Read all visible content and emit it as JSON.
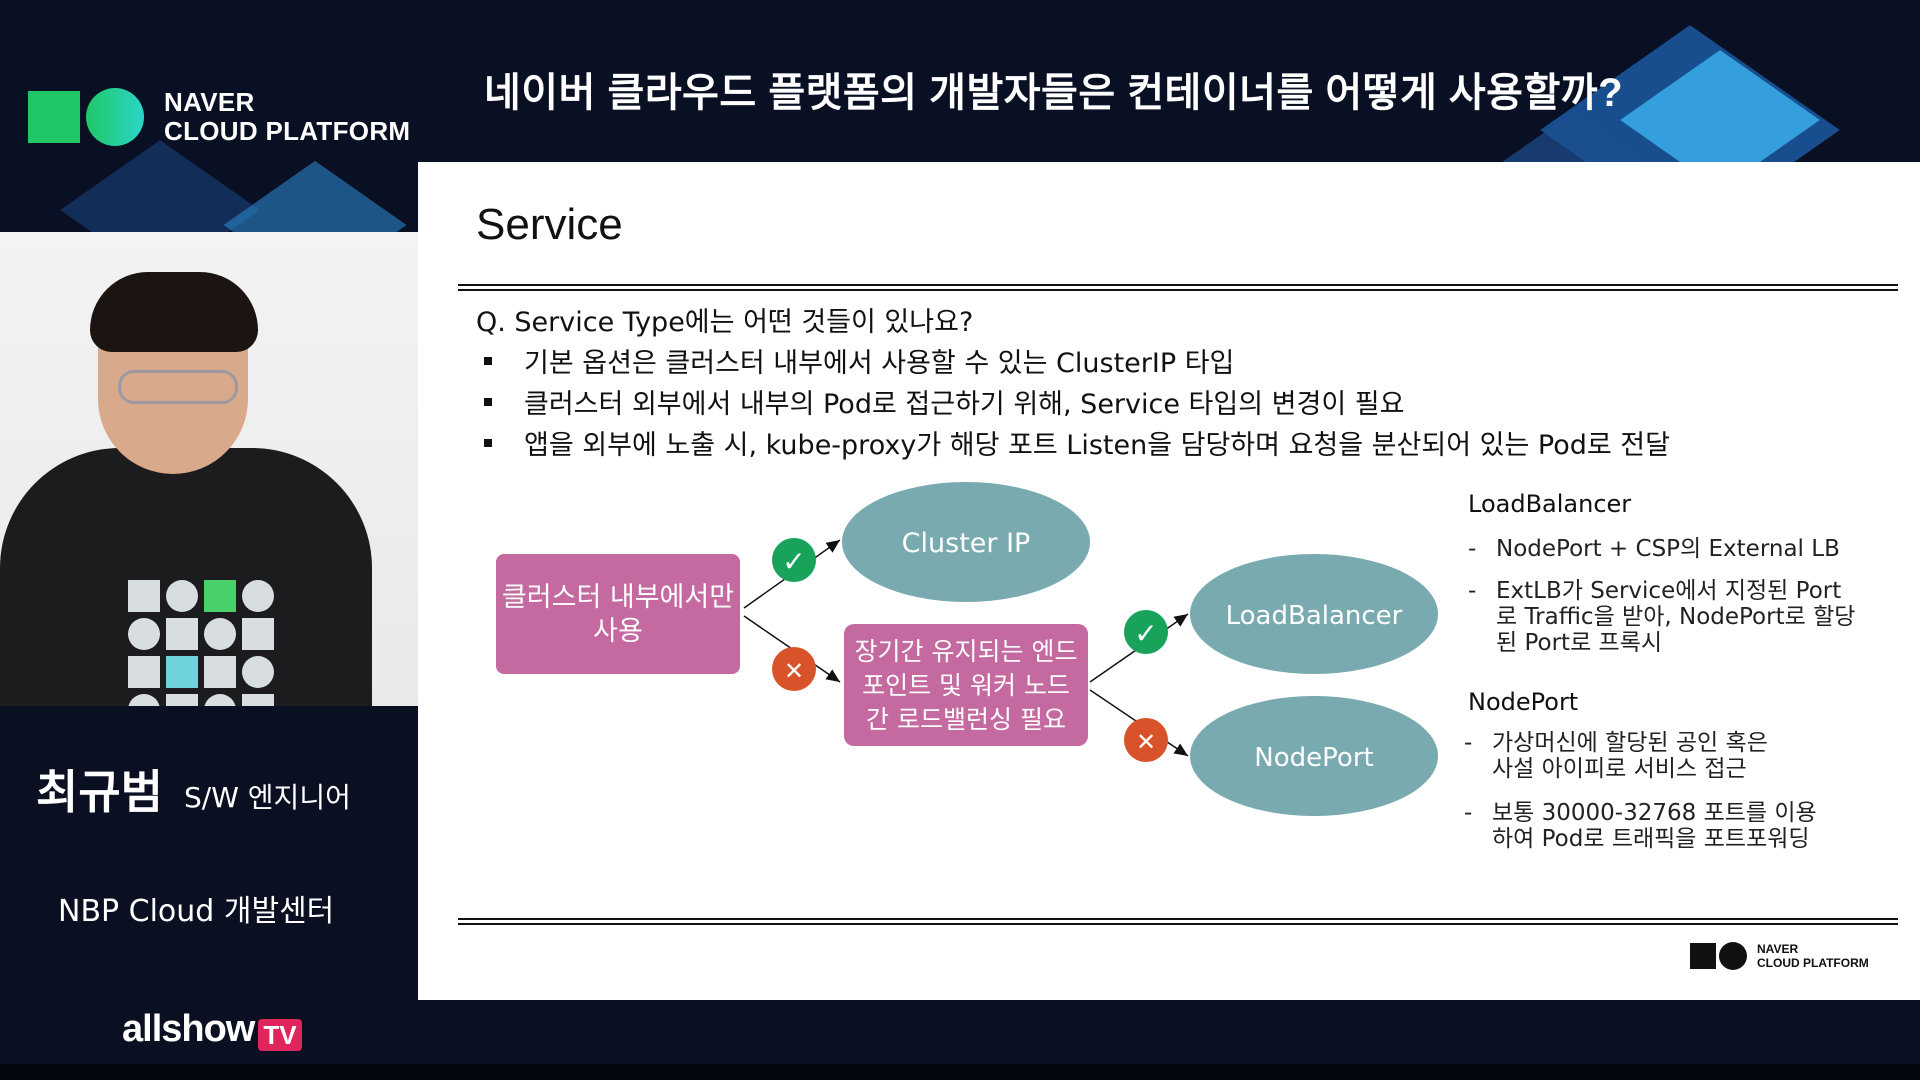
{
  "broadcast": {
    "brand_line1": "NAVER",
    "brand_line2": "CLOUD PLATFORM",
    "headline": "네이버 클라우드 플랫폼의 개발자들은 컨테이너를 어떻게 사용할까?",
    "speaker_name": "최규범",
    "speaker_role": "S/W 엔지니어",
    "speaker_org": "NBP Cloud 개발센터",
    "channel_text": "allshow",
    "channel_badge": "TV"
  },
  "slide": {
    "title": "Service",
    "question": "Q. Service Type에는 어떤 것들이 있나요?",
    "bullets": [
      "기본 옵션은 클러스터 내부에서 사용할 수 있는 ClusterIP 타입",
      "클러스터 외부에서 내부의 Pod로 접근하기 위해, Service 타입의 변경이 필요",
      "앱을 외부에 노출 시, kube-proxy가 해당 포트 Listen을 담당하며 요청을 분산되어 있는 Pod로 전달"
    ],
    "diagram": {
      "start_line1": "클러스터 내부에서만",
      "start_line2": "사용",
      "cluster_ip": "Cluster IP",
      "middle_line1": "장기간 유지되는 엔드",
      "middle_line2": "포인트 및 워커 노드",
      "middle_line3": "간 로드밸런싱 필요",
      "load_balancer": "LoadBalancer",
      "node_port": "NodePort",
      "check_symbol": "✓",
      "cross_symbol": "✕"
    },
    "right_panel": {
      "lb_title": "LoadBalancer",
      "lb_item1": "NodePort + CSP의 External LB",
      "lb_item2_l1": "ExtLB가 Service에서 지정된 Port",
      "lb_item2_l2": "로 Traffic을 받아, NodePort로 할당",
      "lb_item2_l3": "된 Port로 프록시",
      "np_title": "NodePort",
      "np_item1_l1": "가상머신에 할당된 공인 혹은",
      "np_item1_l2": "사설 아이피로 서비스 접근",
      "np_item2_l1": "보통 30000-32768 포트를 이용",
      "np_item2_l2": "하여 Pod로 트래픽을 포트포워딩",
      "dash": "-"
    },
    "footer_logo_l1": "NAVER",
    "footer_logo_l2": "CLOUD PLATFORM"
  },
  "colors": {
    "background": "#0a1024",
    "pink_box": "#c46aa0",
    "ellipse": "#78aab0",
    "check": "#19a35a",
    "cross": "#d9532a"
  }
}
